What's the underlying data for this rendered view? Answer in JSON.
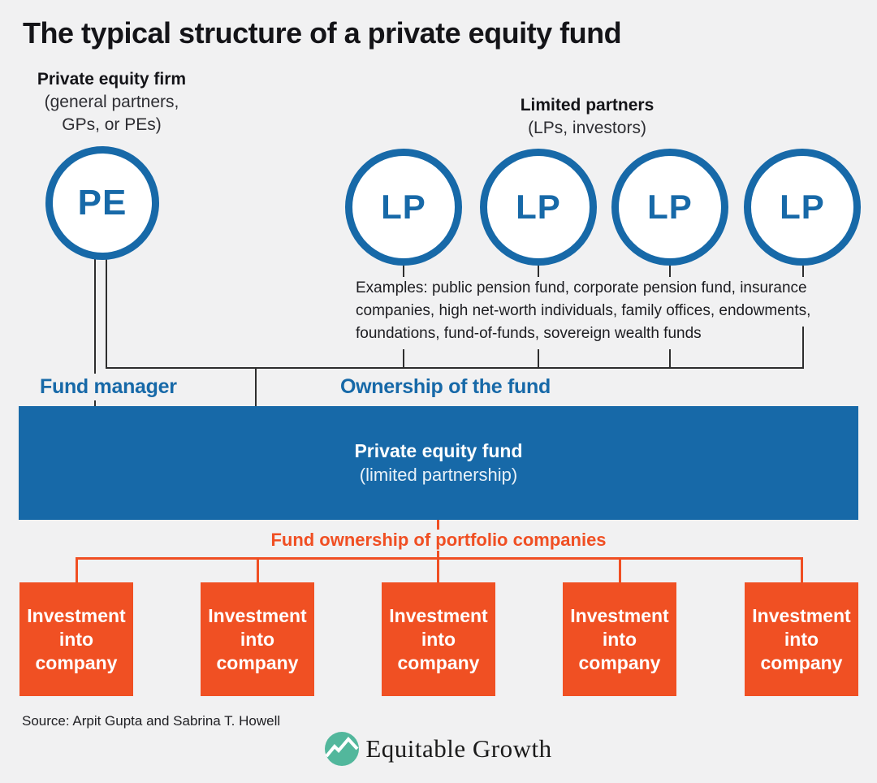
{
  "title": "The typical structure of a private equity fund",
  "colors": {
    "background": "#F1F1F2",
    "blue": "#1769A8",
    "orange": "#F05023",
    "teal": "#52B79C",
    "connector_line": "#2E2E2E"
  },
  "pe_section": {
    "heading": "Private equity firm",
    "subheading_lines": [
      "(general partners,",
      "GPs, or PEs)"
    ],
    "circle_label": "PE"
  },
  "lp_section": {
    "heading": "Limited partners",
    "subheading": "(LPs, investors)",
    "circle_labels": [
      "LP",
      "LP",
      "LP",
      "LP"
    ],
    "examples_lines": [
      "Examples: public pension fund, corporate pension fund, insurance",
      "companies, high net-worth individuals, family offices, endowments,",
      "foundations, fund-of-funds, sovereign wealth funds"
    ]
  },
  "connections": {
    "fund_manager_label": "Fund manager",
    "ownership_label": "Ownership of the fund",
    "portfolio_label": "Fund ownership of portfolio companies"
  },
  "fund_band": {
    "title": "Private equity fund",
    "subtitle": "(limited partnership)"
  },
  "investments": {
    "count": 5,
    "box_label_lines": [
      "Investment",
      "into",
      "company"
    ]
  },
  "footer": {
    "source": "Source: Arpit Gupta and Sabrina T. Howell",
    "logo_text": "Equitable Growth"
  }
}
